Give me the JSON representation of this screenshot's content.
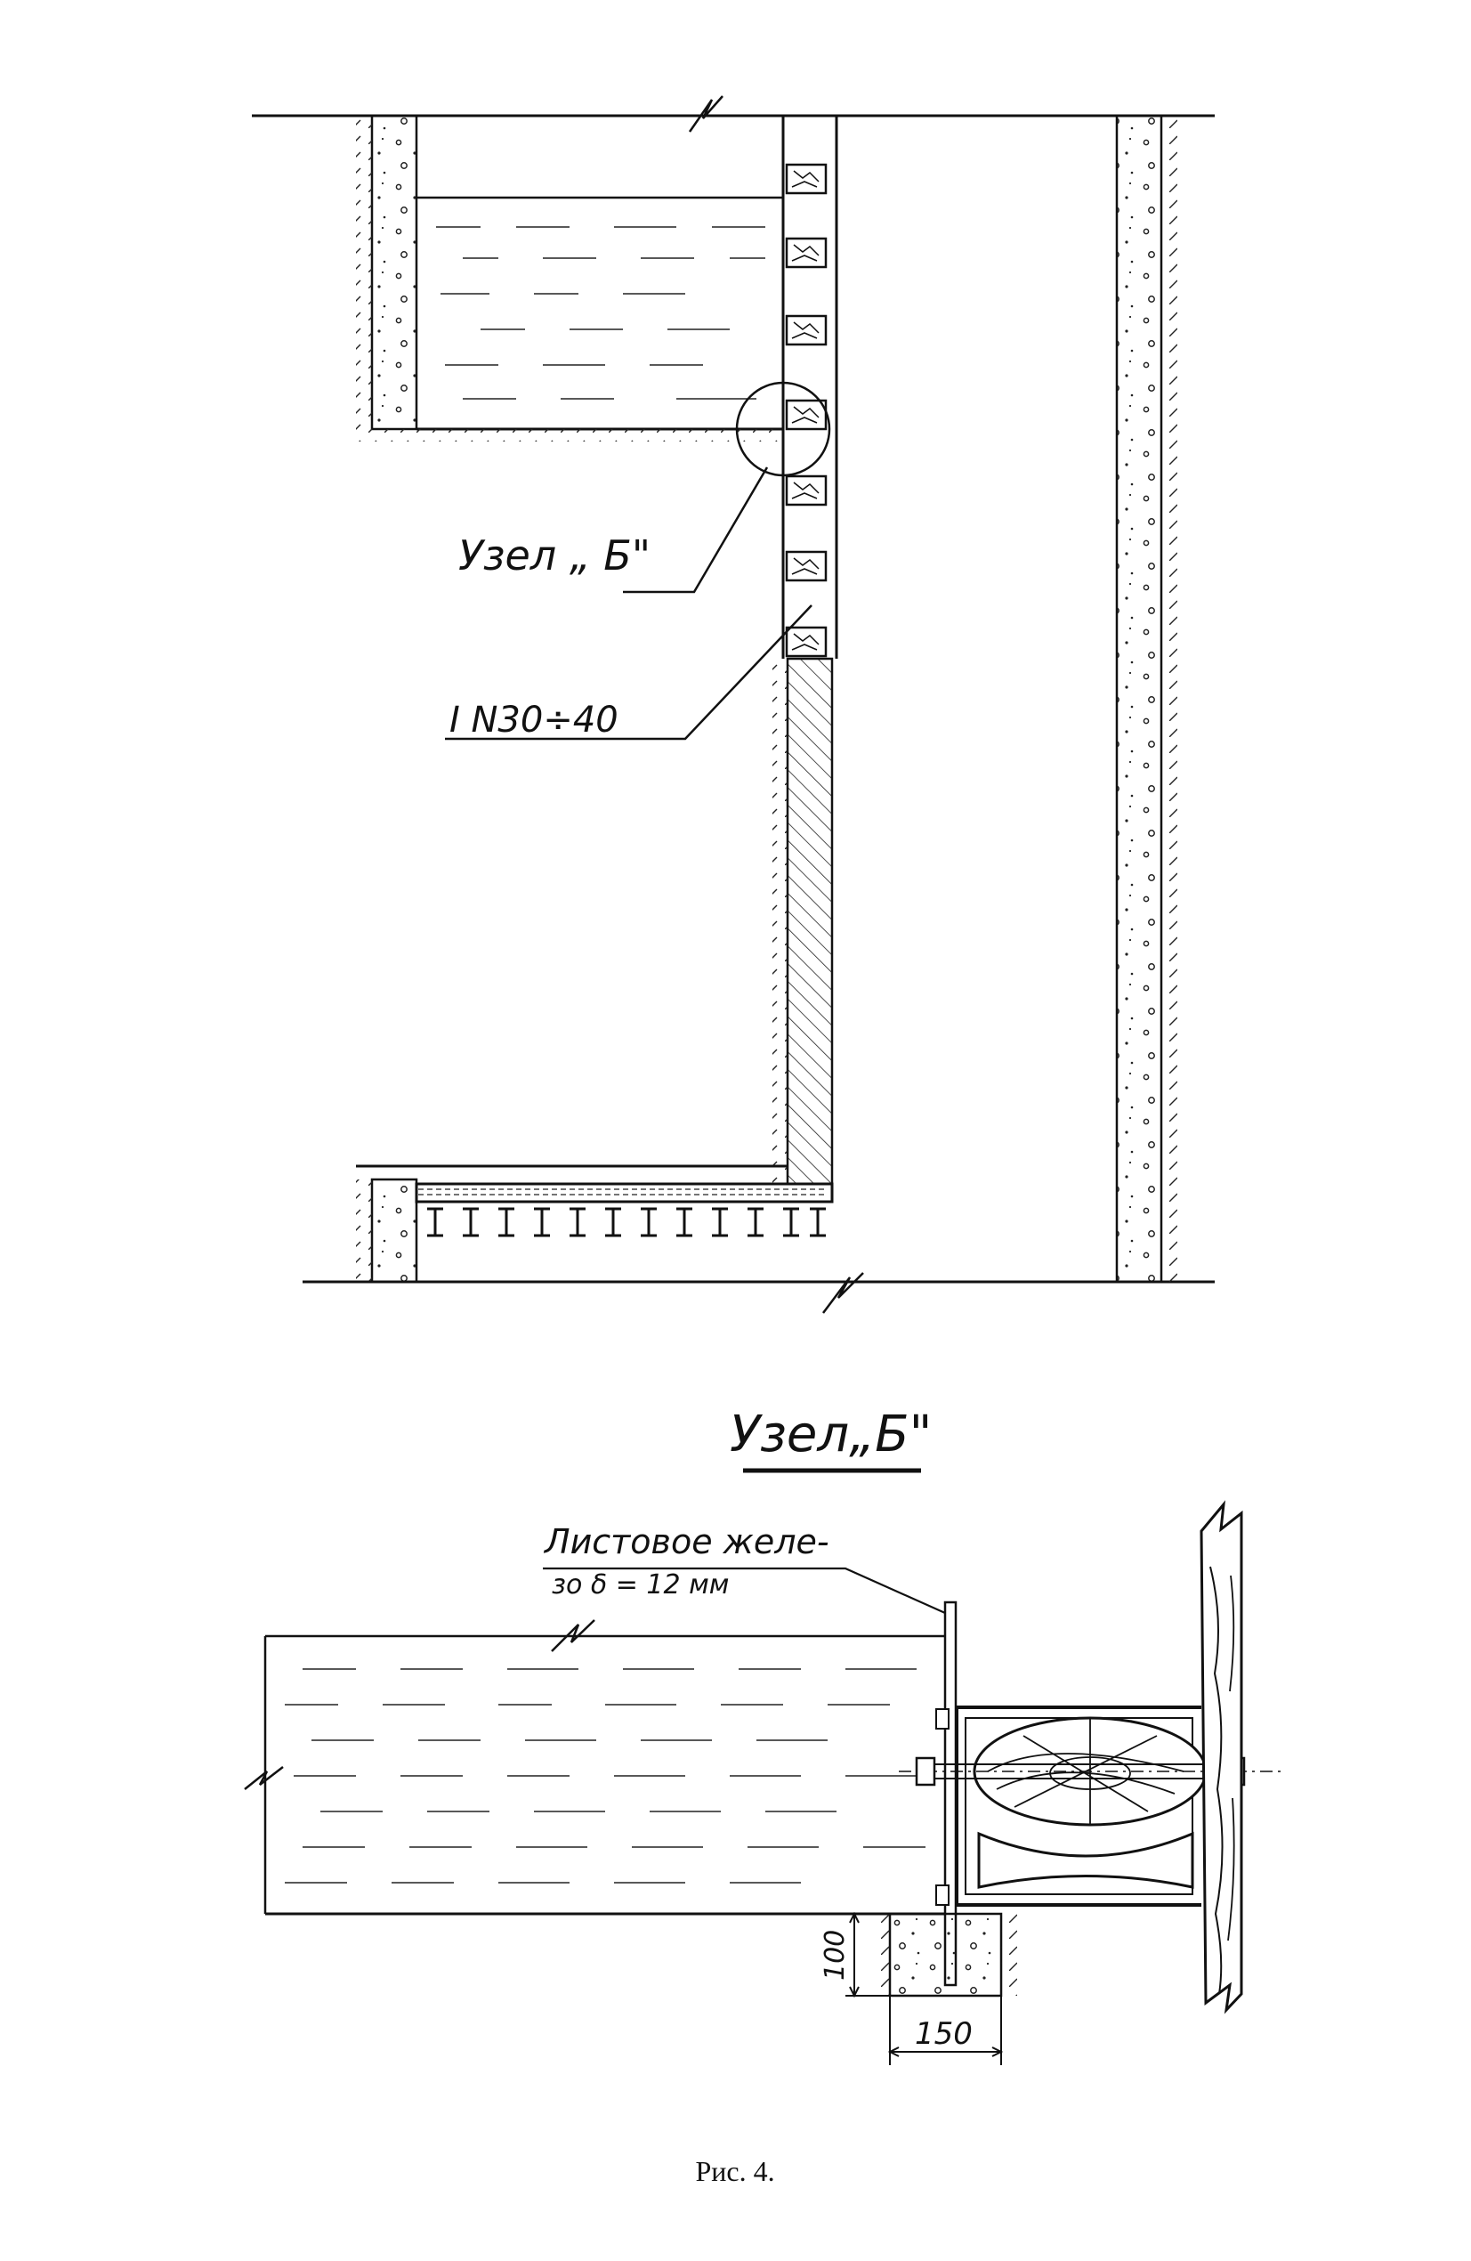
{
  "labels": {
    "node_callout": "Узел „ Б\"",
    "beam_callout": "I  N30÷40",
    "detail_title": "Узел„Б\"",
    "sheet_iron_line1": "Листовое желе-",
    "sheet_iron_line2": "зо  δ = 12 мм",
    "dim_height": "100",
    "dim_width": "150",
    "figure_caption": "Рис. 4."
  }
}
